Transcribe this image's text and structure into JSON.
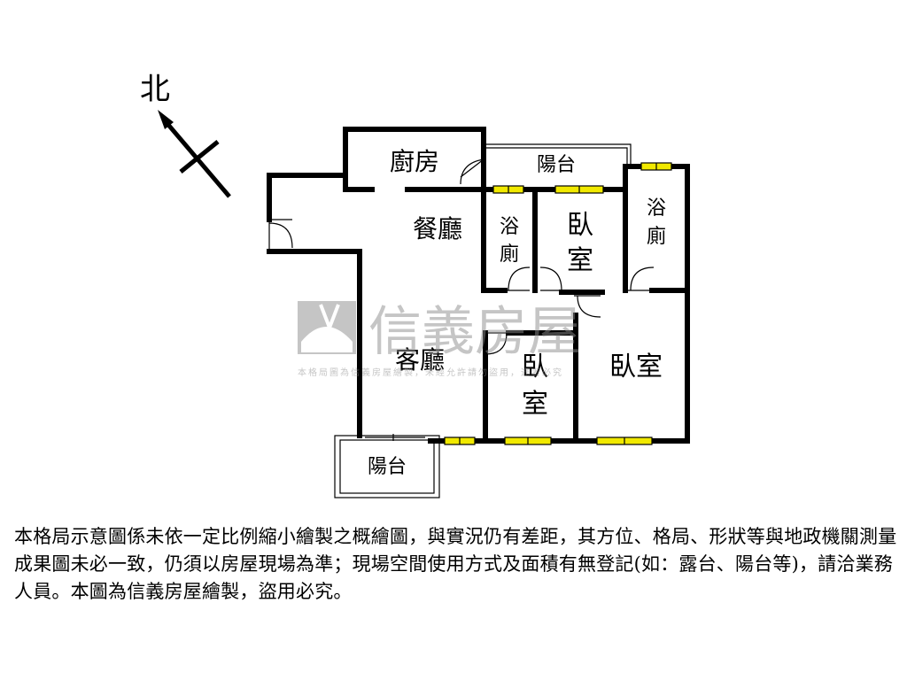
{
  "compass": {
    "label": "北"
  },
  "rooms": {
    "kitchen": "廚房",
    "balcony_top": "陽台",
    "dining": "餐廳",
    "bath_1_line1": "浴",
    "bath_1_line2": "廁",
    "bedroom_1_line1": "臥",
    "bedroom_1_line2": "室",
    "bath_2_line1": "浴",
    "bath_2_line2": "廁",
    "living": "客廳",
    "bedroom_2_line1": "臥",
    "bedroom_2_line2": "室",
    "bedroom_3": "臥室",
    "balcony_bottom": "陽台"
  },
  "watermark": {
    "brand": "信義房屋",
    "notice": "本格局圖為信義房屋繪製，未經允許請勿盜用，違者必究"
  },
  "colors": {
    "window": "#f1e900",
    "wall": "#000000",
    "watermark": "#8c8c8c"
  },
  "disclaimer": "本格局示意圖係未依一定比例縮小繪製之概繪圖，與實況仍有差距，其方位、格局、形狀等與地政機關測量成果圖未必一致，仍須以房屋現場為準；現場空間使用方式及面積有無登記(如：露台、陽台等)，請洽業務人員。本圖為信義房屋繪製，盜用必究。"
}
